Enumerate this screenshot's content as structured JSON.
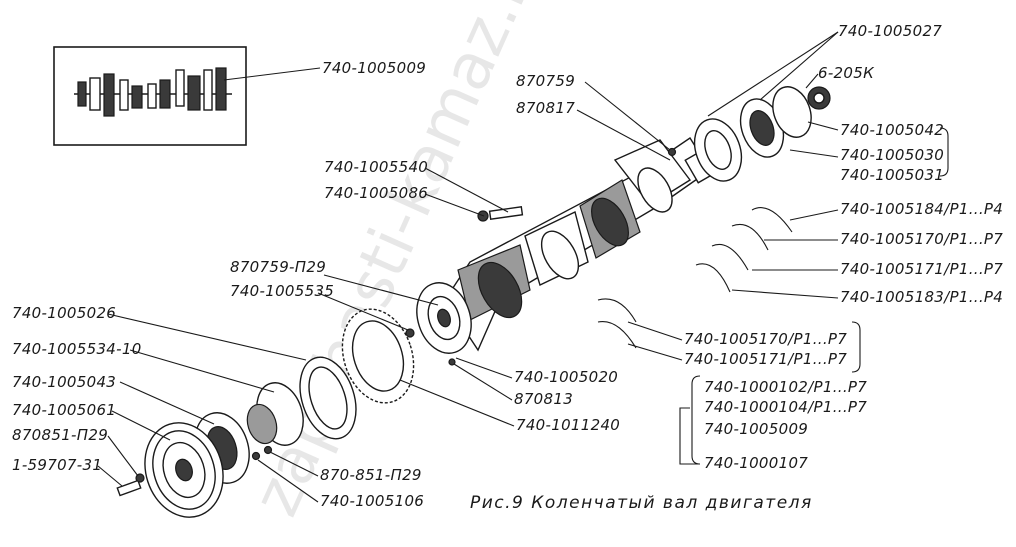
{
  "watermark": "zapchasti-kamaz.ru",
  "caption": "Рис.9  Коленчатый вал двигателя",
  "labels": {
    "l_1005009_top": "740-1005009",
    "l_1005027": "740-1005027",
    "l_6205k": "6-205К",
    "l_870759": "870759",
    "l_870817": "870817",
    "l_1005042": "740-1005042",
    "l_1005030": "740-1005030",
    "l_1005031": "740-1005031",
    "l_1005540": "740-1005540",
    "l_1005086": "740-1005086",
    "l_1005184": "740-1005184/Р1...Р4",
    "l_1005170a": "740-1005170/Р1...Р7",
    "l_1005171a": "740-1005171/Р1...Р7",
    "l_1005183": "740-1005183/Р1...Р4",
    "l_870759p": "870759-П29",
    "l_1005535": "740-1005535",
    "l_1005026": "740-1005026",
    "l_1005534": "740-1005534-10",
    "l_1005043": "740-1005043",
    "l_1005061": "740-1005061",
    "l_870851p": "870851-П29",
    "l_159707": "1-59707-31",
    "l_1005020": "740-1005020",
    "l_870813": "870813",
    "l_1011240": "740-1011240",
    "l_1005170b": "740-1005170/Р1...Р7",
    "l_1005171b": "740-1005171/Р1...Р7",
    "l_1000102": "740-1000102/Р1...Р7",
    "l_1000104": "740-1000104/Р1...Р7",
    "l_1005009_bot": "740-1005009",
    "l_1000107": "740-1000107",
    "l_870851b": "870-851-П29",
    "l_1005106": "740-1005106"
  }
}
